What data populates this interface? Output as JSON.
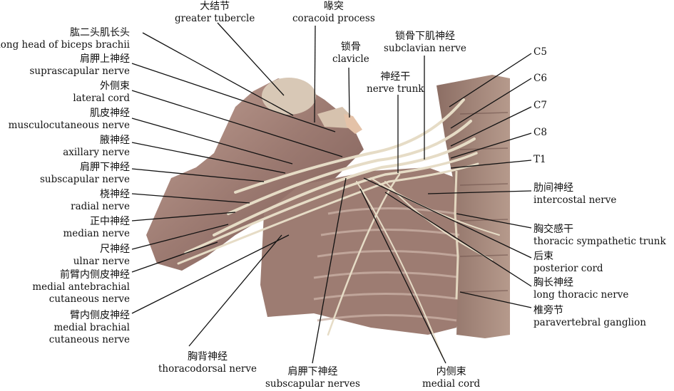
{
  "labels": {
    "greater_tubercle": {
      "zh": "大结节",
      "en": "greater tubercle"
    },
    "coracoid_process": {
      "zh": "喙突",
      "en": "coracoid process"
    },
    "clavicle": {
      "zh": "锁骨",
      "en": "clavicle"
    },
    "subclavian_nerve": {
      "zh": "锁骨下肌神经",
      "en": "subclavian nerve"
    },
    "nerve_trunk": {
      "zh": "神经干",
      "en": "nerve trunk"
    },
    "long_head_biceps": {
      "zh": "肱二头肌长头",
      "en": "long head of biceps brachii"
    },
    "suprascapular_nerve": {
      "zh": "肩胛上神经",
      "en": "suprascapular nerve"
    },
    "lateral_cord": {
      "zh": "外侧束",
      "en": "lateral cord"
    },
    "musculocutaneous_nerve": {
      "zh": "肌皮神经",
      "en": "musculocutaneous nerve"
    },
    "axillary_nerve": {
      "zh": "腋神经",
      "en": "axillary nerve"
    },
    "subscapular_nerve": {
      "zh": "肩胛下神经",
      "en": "subscapular nerve"
    },
    "radial_nerve": {
      "zh": "桡神经",
      "en": "radial nerve"
    },
    "median_nerve": {
      "zh": "正中神经",
      "en": "median nerve"
    },
    "ulnar_nerve": {
      "zh": "尺神经",
      "en": "ulnar nerve"
    },
    "medial_antebrachial": {
      "zh": "前臂内侧皮神经",
      "en1": "medial antebrachial",
      "en2": "cutaneous nerve"
    },
    "medial_brachial": {
      "zh": "臂内侧皮神经",
      "en1": "medial brachial",
      "en2": "cutaneous nerve"
    },
    "c5": "C5",
    "c6": "C6",
    "c7": "C7",
    "c8": "C8",
    "t1": "T1",
    "intercostal_nerve": {
      "zh": "肋间神经",
      "en": "intercostal nerve"
    },
    "thoracic_sympathetic": {
      "zh": "胸交感干",
      "en": "thoracic sympathetic trunk"
    },
    "posterior_cord": {
      "zh": "后束",
      "en": "posterior cord"
    },
    "long_thoracic": {
      "zh": "胸长神经",
      "en": "long thoracic nerve"
    },
    "paravertebral_ganglion": {
      "zh": "椎旁节",
      "en": "paravertebral ganglion"
    },
    "thoracodorsal_nerve": {
      "zh": "胸背神经",
      "en": "thoracodorsal nerve"
    },
    "subscapular_nerves": {
      "zh": "肩胛下神经",
      "en": "subscapular nerves"
    },
    "medial_cord": {
      "zh": "内侧束",
      "en": "medial cord"
    }
  },
  "colors": {
    "specimen_flesh": "#a8857c",
    "specimen_dark": "#6e4e48",
    "nerve": "#e6dcc6",
    "bone": "#d9cfbf",
    "background": "#ffffff"
  }
}
